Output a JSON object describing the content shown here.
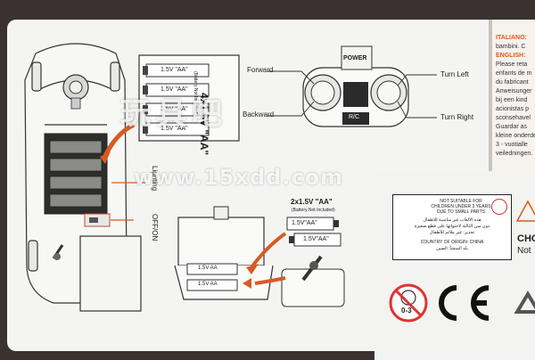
{
  "battery_box_label": "4x1.5V \"AA\"",
  "battery_box_note": "(Battery Not Included)",
  "battery_cell_label": "1.5V \"AA\"",
  "remote": {
    "forward": "Forward",
    "backward": "Backward",
    "turn_left": "Turn Left",
    "turn_right": "Turn Right",
    "brand": "POWER",
    "rc": "R/C"
  },
  "car": {
    "lighting": "Lighting",
    "off_on": "OFF/ON"
  },
  "remote_battery": {
    "label": "2x1.5V \"AA\"",
    "note": "(Battery Not Included)",
    "cell1": "1.5V\"AA\"",
    "cell2": "1.5V\"AA\"",
    "slot_a": "1.5V  AA",
    "slot_b": "1.5V  AA"
  },
  "side_text": [
    {
      "text": "ITALIANO:",
      "hl": true
    },
    {
      "text": "bambini. C",
      "hl": false
    },
    {
      "text": "ENGLISH:",
      "hl": true
    },
    {
      "text": "Please reta",
      "hl": false
    },
    {
      "text": "enfants de m",
      "hl": false
    },
    {
      "text": "du fabricant",
      "hl": false
    },
    {
      "text": "Anweisunger",
      "hl": false
    },
    {
      "text": "bij een kind",
      "hl": false
    },
    {
      "text": "acionistas p",
      "hl": false
    },
    {
      "text": "sconsehavel",
      "hl": false
    },
    {
      "text": "Guardar as",
      "hl": false
    },
    {
      "text": "kleine onderde",
      "hl": false
    },
    {
      "text": "3 - vuotialle",
      "hl": false
    },
    {
      "text": "veiledningen.",
      "hl": false
    }
  ],
  "warning": {
    "title1": "NOT SUITABLE FOR",
    "title2": "CHILDREN UNDER 3 YEARS",
    "title3": "DUE TO SMALL PARTS",
    "arabic1": "هذه الالعاب غير مناسبة للاطفال",
    "arabic2": "دون سن الثالثة لاحتوائها على قطع صغيرة",
    "arabic3": "تحذير: غير ملائم للأطفال",
    "country": "COUNTRY OF ORIGIN: CHINA",
    "country_ar": "بلد المنشأ: الصين",
    "partial_right": "CHO",
    "partial_right2": "Not"
  },
  "age_mark": "0-3",
  "ce_mark": "CE",
  "watermark": "www.15xdd.com",
  "watermark_cn": "玩具吧"
}
